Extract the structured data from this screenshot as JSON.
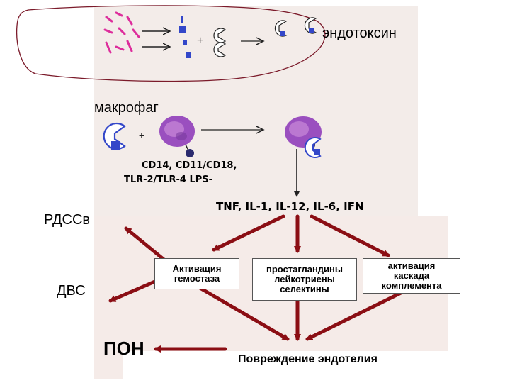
{
  "labels": {
    "endotoxin": "эндотоксин",
    "macrophage": "макрофаг",
    "receptors_line1": "CD14, CD11/CD18,",
    "receptors_line2": "TLR-2/TLR-4 LPS-",
    "cytokines": "TNF, IL-1, IL-12, IL-6, IFN",
    "ards": "РДССв",
    "dic": "ДВС",
    "mof": "ПОН",
    "endothelial_damage": "Повреждение эндотелия"
  },
  "boxes": {
    "hemostasis": "Активация\nгемостаза",
    "mediators": "простагландины\nлейкотриены\nселектины",
    "complement": "активация\nкаскада\nкомплемента"
  },
  "colors": {
    "panel_top": "#f3ece9",
    "panel_bottom": "#f5ebe8",
    "arrow_dark_red": "#8b0e14",
    "freehand_outline": "#7b1a2a",
    "bacteria_magenta": "#dd2e9c",
    "endotoxin_blue": "#3347c9",
    "macrophage_purple": "#9a4fbf"
  }
}
